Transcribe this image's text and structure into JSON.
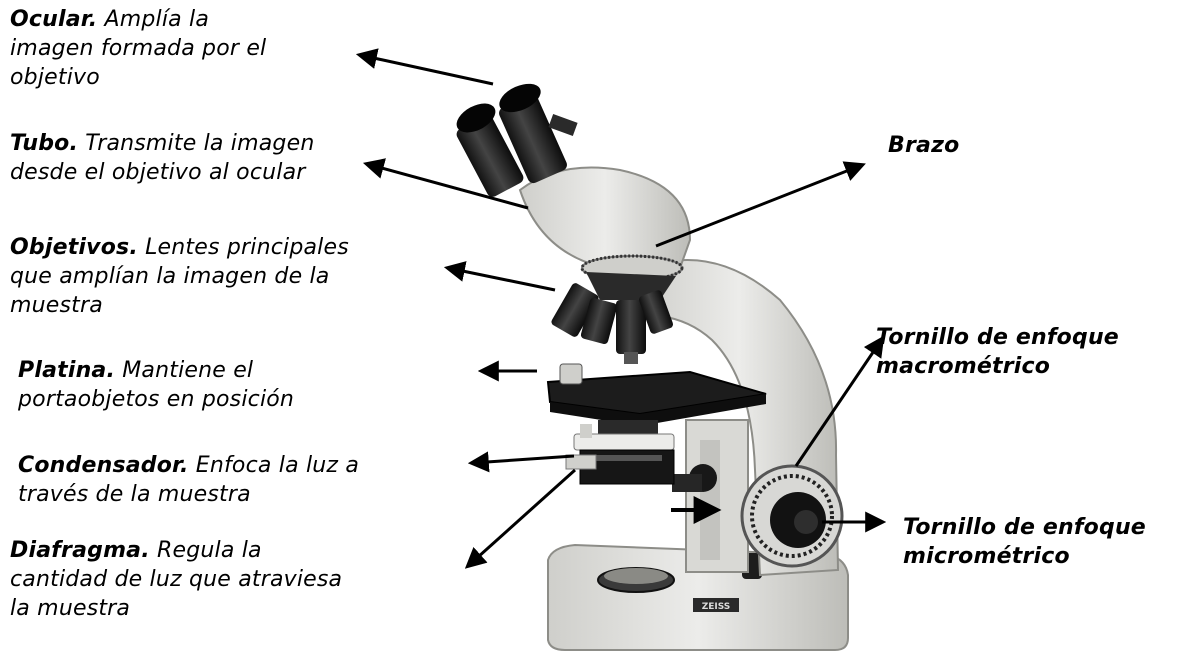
{
  "colors": {
    "text": "#000000",
    "arrow": "#000000",
    "microscope_body": "#e4e4e1",
    "microscope_dark": "#1c1c1c"
  },
  "labels": {
    "ocular": {
      "term": "Ocular.",
      "lines": [
        "Amplía la",
        "imagen formada por el",
        "objetivo"
      ]
    },
    "tubo": {
      "term": "Tubo.",
      "lines": [
        "Transmite la imagen",
        "desde el objetivo al ocular"
      ]
    },
    "objetivos": {
      "term": "Objetivos.",
      "lines": [
        "Lentes principales",
        "que amplían la imagen de la",
        "muestra"
      ]
    },
    "platina": {
      "term": "Platina.",
      "lines": [
        "Mantiene el",
        "portaobjetos en posición"
      ]
    },
    "condensador": {
      "term": "Condensador.",
      "lines": [
        "Enfoca la luz a",
        "través de la muestra"
      ]
    },
    "diafragma": {
      "term": "Diafragma.",
      "lines": [
        "Regula la",
        "cantidad de luz que atraviesa",
        "la muestra"
      ]
    },
    "brazo": {
      "term": "Brazo"
    },
    "macro": {
      "lines": [
        "Tornillo de enfoque",
        "macrométrico"
      ]
    },
    "micro": {
      "lines": [
        "Tornillo de enfoque",
        "micrométrico"
      ]
    }
  },
  "brand_logo": "ZEISS"
}
